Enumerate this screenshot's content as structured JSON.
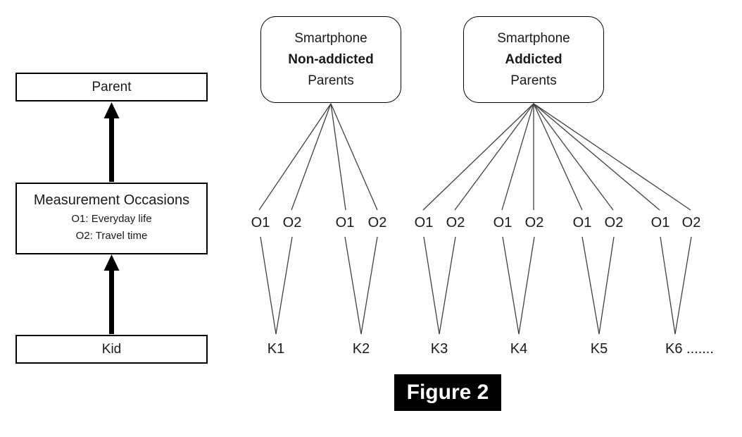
{
  "figure": {
    "caption": "Figure 2"
  },
  "left_panel": {
    "parent_box_label": "Parent",
    "measurement_box": {
      "title": "Measurement Occasions",
      "occasion1": "O1: Everyday life",
      "occasion2": "O2: Travel time"
    },
    "kid_box_label": "Kid"
  },
  "groups": [
    {
      "line1": "Smartphone",
      "line2": "Non-addicted",
      "line3": "Parents"
    },
    {
      "line1": "Smartphone",
      "line2": "Addicted",
      "line3": "Parents"
    }
  ],
  "occasion_labels": [
    "O1",
    "O2",
    "O1",
    "O2",
    "O1",
    "O2",
    "O1",
    "O2",
    "O1",
    "O2",
    "O1",
    "O2"
  ],
  "kid_labels": [
    "K1",
    "K2",
    "K3",
    "K4",
    "K5",
    "K6 ......."
  ],
  "colors": {
    "text": "#1a1a1a",
    "box_border": "#000000",
    "connector_line": "#404040",
    "arrow": "#000000",
    "caption_bg": "#000000",
    "caption_text": "#ffffff"
  }
}
